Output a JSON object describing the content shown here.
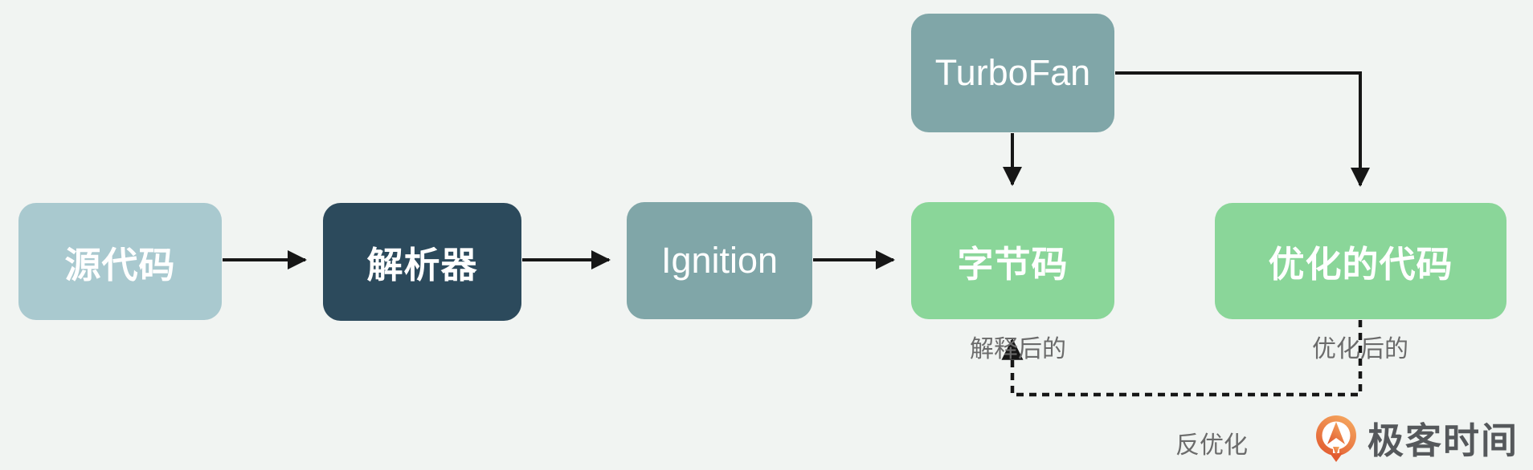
{
  "diagram": {
    "nodes": [
      {
        "id": "source-code",
        "label": "源代码",
        "color": "#a9c9cf"
      },
      {
        "id": "parser",
        "label": "解析器",
        "color": "#2c4a5c"
      },
      {
        "id": "ignition",
        "label": "Ignition",
        "color": "#80a6a8"
      },
      {
        "id": "turbofan",
        "label": "TurboFan",
        "color": "#80a6a8"
      },
      {
        "id": "bytecode",
        "label": "字节码",
        "color": "#8ad699"
      },
      {
        "id": "optimized-code",
        "label": "优化的代码",
        "color": "#8ad699"
      }
    ],
    "annotations": {
      "interpreted": "解释后的",
      "optimized": "优化后的",
      "deoptimize": "反优化"
    },
    "edges": [
      {
        "from": "source-code",
        "to": "parser",
        "style": "solid"
      },
      {
        "from": "parser",
        "to": "ignition",
        "style": "solid"
      },
      {
        "from": "ignition",
        "to": "bytecode",
        "style": "solid"
      },
      {
        "from": "turbofan",
        "to": "bytecode",
        "style": "solid"
      },
      {
        "from": "turbofan",
        "to": "optimized-code",
        "style": "solid"
      },
      {
        "from": "optimized-code",
        "to": "bytecode",
        "style": "dashed",
        "label": "反优化"
      }
    ]
  },
  "branding": {
    "logo_text": "极客时间"
  },
  "colors": {
    "bg": "#f1f4f2",
    "arrow": "#161616",
    "label-gray": "#6b6b6b",
    "node-text": "#ffffff",
    "logo-text": "#55585b",
    "logo-orange": "#ec8142",
    "logo-orange-dark": "#e25c31",
    "logo-orange-light": "#f5a75f"
  }
}
